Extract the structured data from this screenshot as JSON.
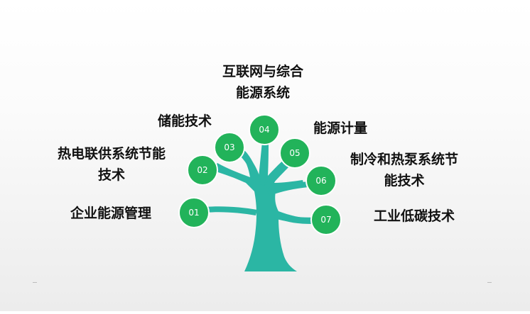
{
  "colors": {
    "trunk": "#2bb6a4",
    "node": "#22b35a",
    "node_ring": "#ffffff",
    "text": "#111111"
  },
  "nodes": [
    {
      "id": "01",
      "label_lines": [
        "企业能源管理"
      ]
    },
    {
      "id": "02",
      "label_lines": [
        "热电联供系统节能",
        "技术"
      ]
    },
    {
      "id": "03",
      "label_lines": [
        "储能技术"
      ]
    },
    {
      "id": "04",
      "label_lines": [
        "互联网与综合",
        "能源系统"
      ]
    },
    {
      "id": "05",
      "label_lines": [
        "能源计量"
      ]
    },
    {
      "id": "06",
      "label_lines": [
        "制冷和热泵系统节",
        "能技术"
      ]
    },
    {
      "id": "07",
      "label_lines": [
        "工业低碳技术"
      ]
    }
  ]
}
